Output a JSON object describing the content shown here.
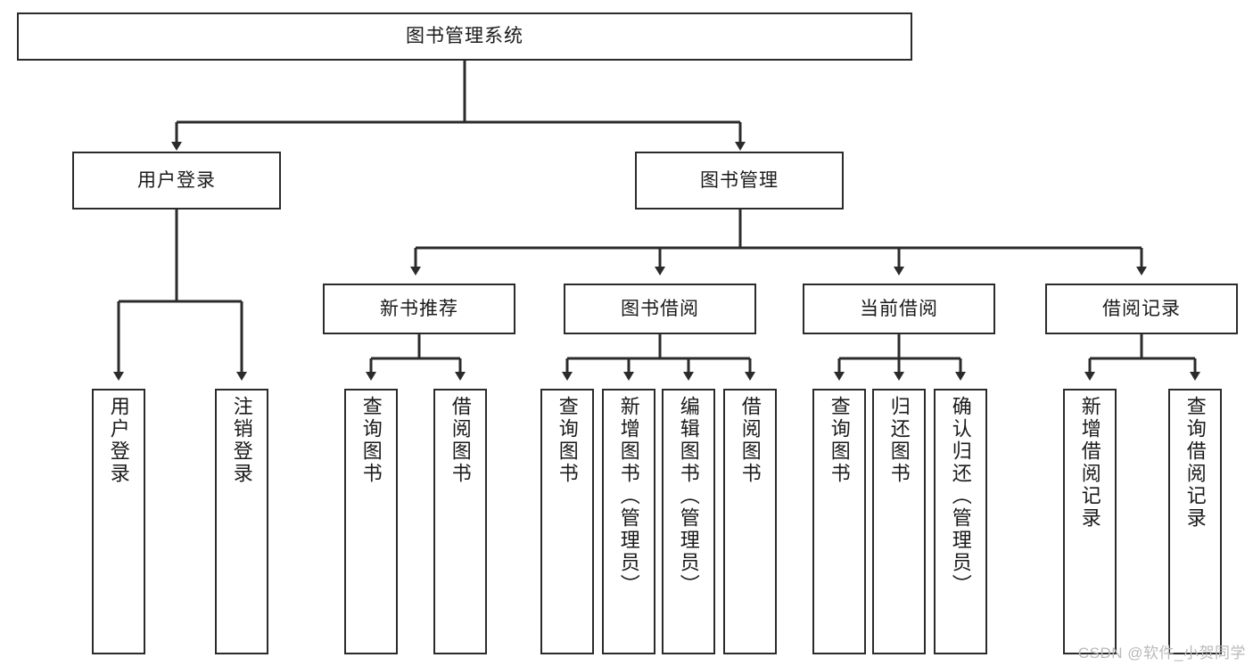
{
  "diagram": {
    "title": "图书管理系统",
    "watermark": "CSDN @软件_小贺同学",
    "colors": {
      "stroke": "#2b2b2b",
      "fill": "#ffffff",
      "text": "#1a1a1a",
      "watermark": "#b9b9b9"
    },
    "levels": {
      "root": {
        "label": "图书管理系统"
      },
      "level2": [
        {
          "label": "用户登录"
        },
        {
          "label": "图书管理"
        }
      ],
      "level3": [
        {
          "label": "新书推荐"
        },
        {
          "label": "图书借阅"
        },
        {
          "label": "当前借阅"
        },
        {
          "label": "借阅记录"
        }
      ],
      "leaves": [
        {
          "label": "用户登录",
          "parent": "用户登录"
        },
        {
          "label": "注销登录",
          "parent": "用户登录"
        },
        {
          "label": "查询图书",
          "parent": "新书推荐"
        },
        {
          "label": "借阅图书",
          "parent": "新书推荐"
        },
        {
          "label": "查询图书",
          "parent": "图书借阅"
        },
        {
          "label": "新增图书（管理员）",
          "parent": "图书借阅"
        },
        {
          "label": "编辑图书（管理员）",
          "parent": "图书借阅"
        },
        {
          "label": "借阅图书",
          "parent": "图书借阅"
        },
        {
          "label": "查询图书",
          "parent": "当前借阅"
        },
        {
          "label": "归还图书",
          "parent": "当前借阅"
        },
        {
          "label": "确认归还（管理员）",
          "parent": "当前借阅"
        },
        {
          "label": "新增借阅记录",
          "parent": "借阅记录"
        },
        {
          "label": "查询借阅记录",
          "parent": "借阅记录"
        }
      ]
    }
  }
}
